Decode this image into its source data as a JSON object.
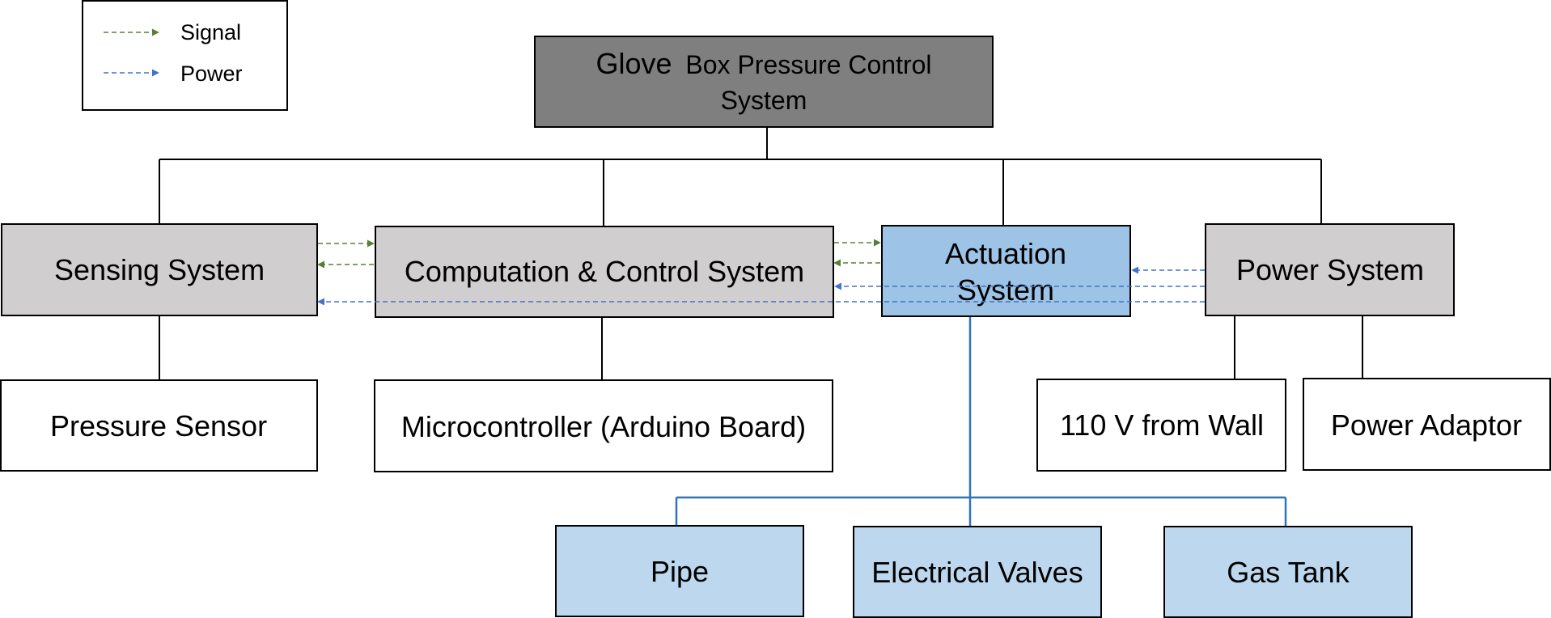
{
  "title": {
    "line1_part1": "Glove",
    "line1_part2": "Box Pressure Control",
    "line2": "System"
  },
  "legend": {
    "signal_label": "Signal",
    "power_label": "Power"
  },
  "colors": {
    "title_fill": "#7f7f7f",
    "subsystem_fill": "#d0cece",
    "actuation_fill": "#9dc3e6",
    "actuation_part_fill": "#bdd7ee",
    "component_fill": "#ffffff",
    "signal_arrow": "#548235",
    "power_arrow": "#4472c4",
    "actuation_link": "#2e75b6"
  },
  "subsystems": {
    "sensing": "Sensing System",
    "computation": "Computation & Control System",
    "actuation_line1": "Actuation",
    "actuation_line2": "System",
    "power": "Power System"
  },
  "components": {
    "pressure_sensor": "Pressure Sensor",
    "microcontroller": "Microcontroller (Arduino Board)",
    "wall_power": "110 V from Wall",
    "power_adaptor": "Power Adaptor"
  },
  "actuation_parts": {
    "pipe": "Pipe",
    "valves": "Electrical Valves",
    "gas_tank": "Gas Tank"
  }
}
